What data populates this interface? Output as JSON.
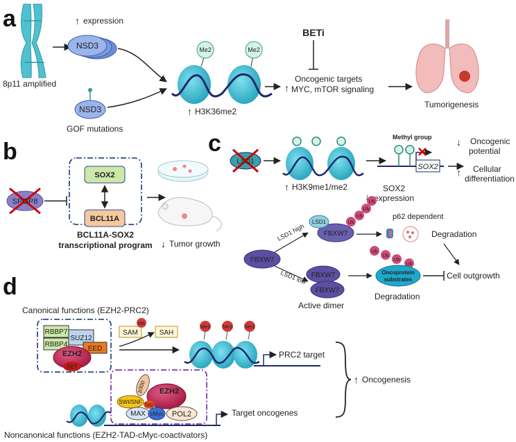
{
  "panels": {
    "a": "a",
    "b": "b",
    "c": "c",
    "d": "d"
  },
  "panel_a": {
    "chromosome_label": "8p11 amplified",
    "expression": "expression",
    "nsd3": "NSD3",
    "gof": "GOF mutations",
    "me2": "Me2",
    "h3k36": "H3K36me2",
    "beti": "BETi",
    "oncogenic_targets": "Oncogenic targets",
    "myc_mtor": "MYC, mTOR signaling",
    "tumorigenesis": "Tumorigenesis"
  },
  "panel_b": {
    "spop": "SPOP8",
    "sox2": "SOX2",
    "bcl11a": "BCL11A",
    "program_line1": "BCL11A-SOX2",
    "program_line2": "transcriptional program",
    "tumor_growth": "Tumor growth"
  },
  "panel_c": {
    "lsd1": "LSD1",
    "h3k9": "H3K9me1/me2",
    "methyl_group": "Methyl group",
    "sox2_gene": "SOX2",
    "sox2_expr_line1": "SOX2",
    "sox2_expr_line2": "expression",
    "oncogenic_line1": "Oncogenic",
    "oncogenic_line2": "potential",
    "cellular_line1": "Cellular",
    "cellular_line2": "differentiation",
    "fbxw7": "FBXW7",
    "lsd1_high": "LSD1 high",
    "lsd1_low": "LSD1 low",
    "ub": "Ub",
    "p62": "p62 dependent",
    "degradation": "Degradation",
    "oncoprotein_line1": "Oncoprotein",
    "oncoprotein_line2": "substrates",
    "active_dimer": "Active dimer",
    "cell_outgrowth": "Cell outgrowth"
  },
  "panel_d": {
    "canonical": "Canonical functions (EZH2-PRC2)",
    "rbbp7": "RBBP7",
    "rbbp4": "RBBP4",
    "suz12": "SUZ12",
    "eed": "EED",
    "ezh2": "EZH2",
    "set": "SET",
    "sam": "SAM",
    "sah": "SAH",
    "me": "Me",
    "me3": "Me3",
    "prc2_target": "PRC2 target",
    "oncogenesis": "Oncogenesis",
    "p300": "p300",
    "swisnf": "SWI/SNF",
    "tad": "TAD",
    "max": "MAX",
    "cmyc": "cMyc",
    "pol2": "POL2",
    "target_oncogenes": "Target oncogenes",
    "noncanonical": "Noncanonical functions (EZH2-TAD-cMyc-coactivators)"
  }
}
